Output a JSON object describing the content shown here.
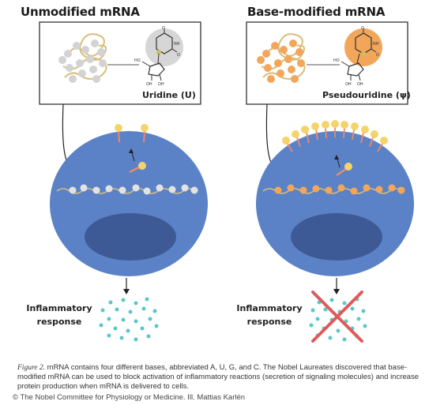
{
  "left": {
    "title": "Unmodified mRNA",
    "nucleoside_label": "Uridine (U)",
    "response_line1": "Inflammatory",
    "response_line2": "response"
  },
  "right": {
    "title": "Base-modified mRNA",
    "nucleoside_label": "Pseudouridine (ψ)",
    "response_line1": "Inflammatory",
    "response_line2": "response"
  },
  "molecule_atoms": {
    "oh": "HO",
    "oh2": "OH",
    "o": "O",
    "nh": "NH"
  },
  "caption": {
    "figure_label": "Figure 2.",
    "text": " mRNA contains four different bases, abbreviated A, U, G, and C. The Nobel Laureates discovered that base-modified mRNA can be used to block activation of inflammatory reactions (secretion of signaling molecules) and increase protein production when mRNA is delivered to cells."
  },
  "credit": "© The Nobel Committee for Physiology or Medicine. Ill. Mattias Karlén",
  "colors": {
    "cell": "#5b82c6",
    "nucleus": "#3d5a96",
    "unmod_base": "#d5d5d5",
    "mod_base": "#f2a65a",
    "receptor_head": "#f5d36b",
    "receptor_stem": "#e88a6a",
    "dots": "#5cc7c7",
    "cross": "#e05a5a"
  }
}
